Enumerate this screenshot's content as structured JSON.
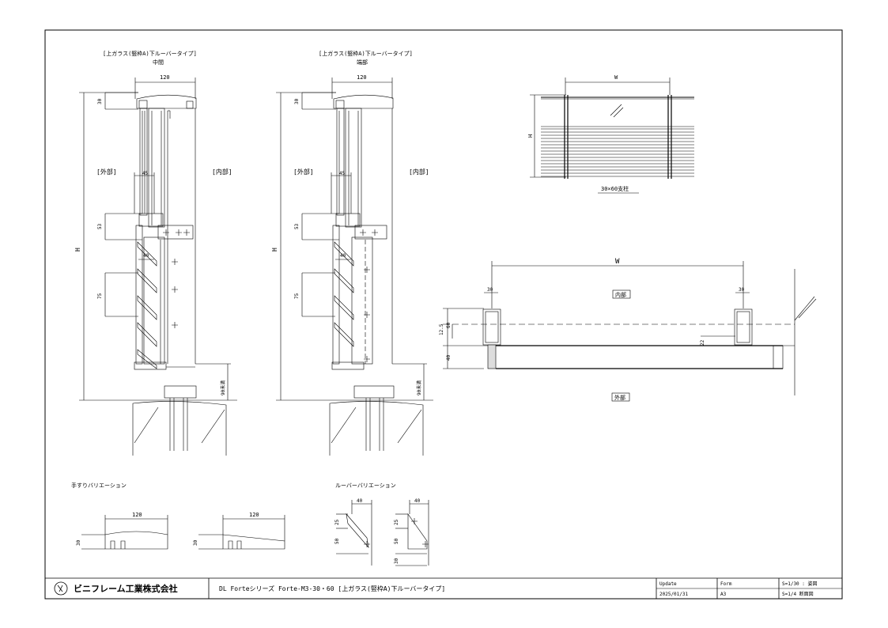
{
  "views": {
    "middle": {
      "caption": "[上ガラス(竪枠A)下ルーバータイプ]",
      "subcaption": "中間"
    },
    "end": {
      "caption": "[上ガラス(竪枠A)下ルーバータイプ]",
      "subcaption": "端部"
    }
  },
  "labels": {
    "outside": "[外部]",
    "inside": "[内部]",
    "inside_box": "内部",
    "outside_box": "外部"
  },
  "dims": {
    "w120": "120",
    "d30": "30",
    "d45": "45",
    "d53": "53",
    "d40": "40",
    "d75": "75",
    "d90": "90未満",
    "H": "H",
    "W": "W",
    "d60": "60",
    "d12_5": "12.5",
    "d22": "22",
    "d25": "25",
    "d50": "50"
  },
  "elevation": {
    "post_caption": "30×60支柱"
  },
  "variations": {
    "handrail_title": "手すりバリエーション",
    "louver_title": "ルーバーバリエーション"
  },
  "title_block": {
    "company": "ビニフレーム工業株式会社",
    "drawing_title": "DL Forteシリーズ  Forte-M3-30・60  [上ガラス(竪枠A)下ルーバータイプ]",
    "update_label": "Update",
    "update_date": "2025/01/31",
    "form_label": "Form",
    "form_value": "A3",
    "scale1": "S=1/30 : 姿図",
    "scale2": "S=1/4  断面図"
  }
}
